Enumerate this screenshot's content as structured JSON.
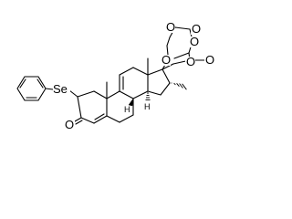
{
  "structure": {
    "atoms": {
      "se": "Se",
      "carbonyl_o": "O",
      "ketal_o_tl": "O",
      "ketal_o_tr": "O",
      "ketal_o_ml": "O",
      "ketal_o_mr": "O",
      "ketal_o_bl": "O",
      "ketal_o_br": "O",
      "h_c9": "H",
      "h_c14": "H"
    }
  }
}
